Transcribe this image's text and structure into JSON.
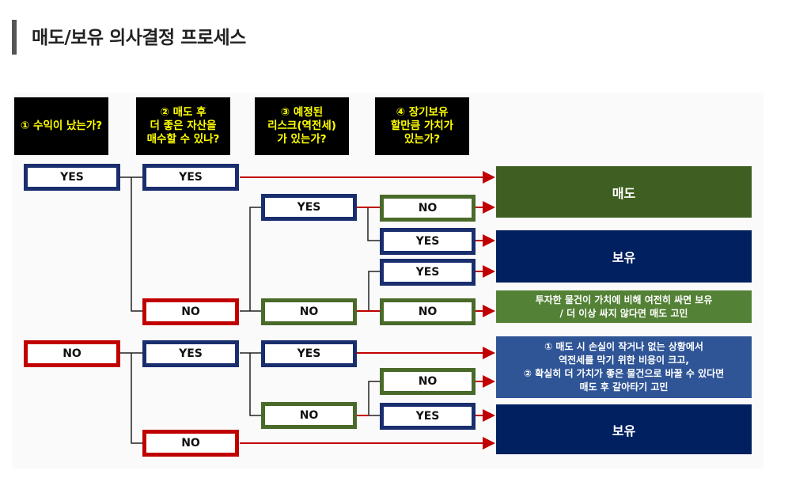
{
  "title": "매도/보유 의사결정 프로세스",
  "headers": [
    "① 수익이 났는가?",
    "② 매도 후\n더 좋은 자산을\n매수할 수 있나?",
    "③ 예정된\n리스크(역전세)\n가 있는가?",
    "④ 장기보유\n할만큼 가치가\n있는가?"
  ],
  "labels": {
    "yes": "YES",
    "no": "NO"
  },
  "results": {
    "sell": "매도",
    "hold1": "보유",
    "cheap": "투자한 물건이 가치에 비해 여전히 싸면 보유\n/ 더 이상 싸지 않다면 매도 고민",
    "switch": "① 매도 시 손실이 작거나 없는 상황에서\n역전세를 막기 위한 비용이 크고,\n② 확실히 더 가치가 좋은 물건으로 바꿀 수 있다면\n매도 후 갈아타기 고민",
    "hold2": "보유"
  },
  "colors": {
    "navy": "#1a2e6e",
    "red": "#c00000",
    "green": "#4a6a2a",
    "header_text": "#ffff00"
  }
}
